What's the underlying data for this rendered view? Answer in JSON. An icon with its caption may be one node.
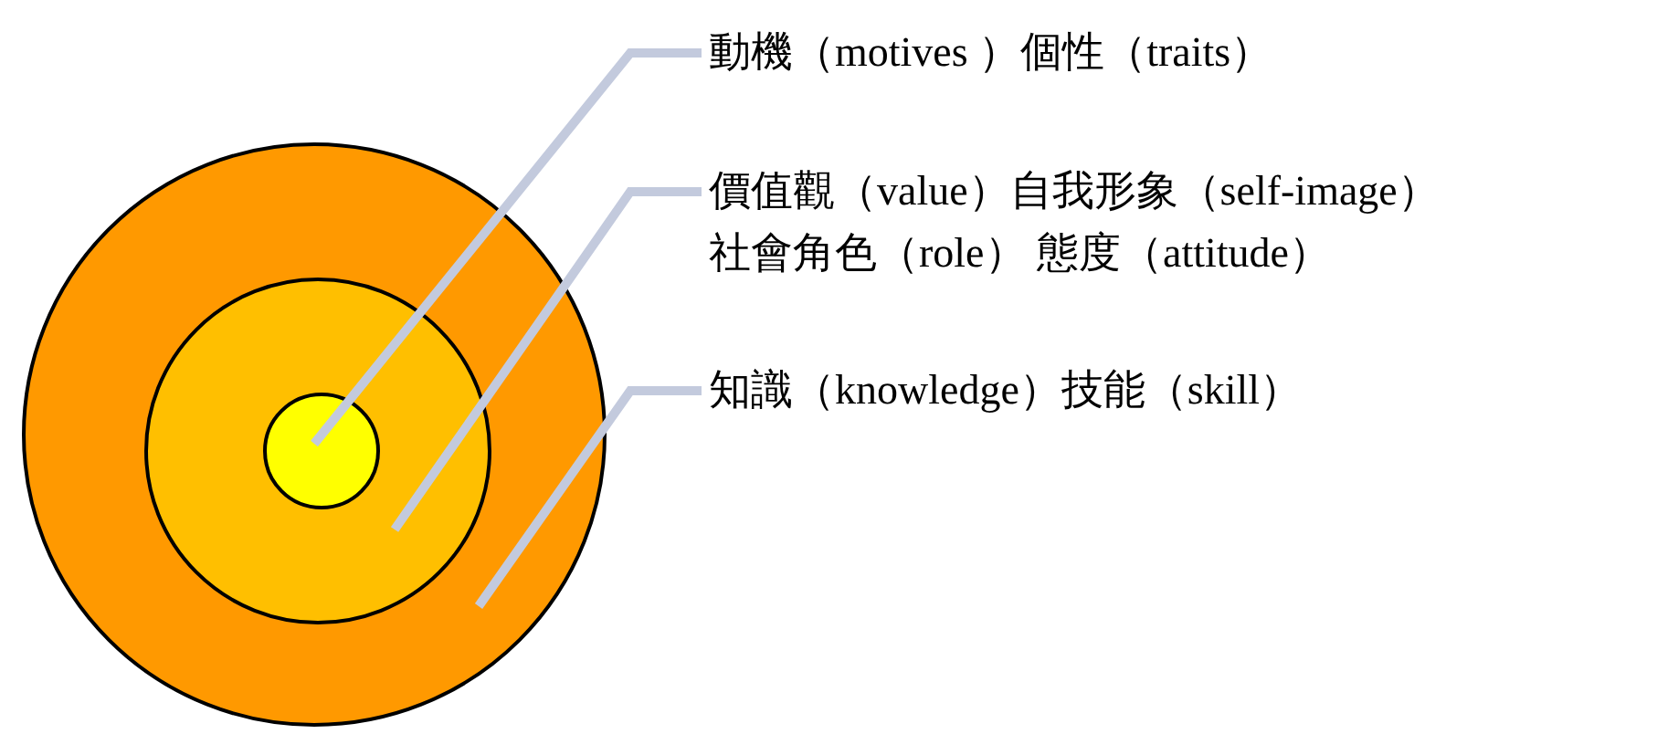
{
  "diagram": {
    "nodes": [
      {
        "text": [
          "動機（motives ）個性（traits）"
        ]
      },
      {
        "text": [
          "價值觀（value）自我形象（self-image）社會角色（role） 態度（attitude）"
        ]
      },
      {
        "text": [
          "知識（knowledge）技能（skill）"
        ]
      },
      {
        "text": [],
        "shape": "circle"
      },
      {
        "text": [],
        "shape": "circle",
        "in": 3
      },
      {
        "text": [],
        "shape": "circle",
        "in": 4
      }
    ],
    "edges": [
      {
        "from": 0,
        "to": 5,
        "arrow": "none"
      },
      {
        "from": 1,
        "to": 4,
        "arrow": "none"
      },
      {
        "from": 2,
        "to": 3,
        "arrow": "none"
      }
    ]
  }
}
